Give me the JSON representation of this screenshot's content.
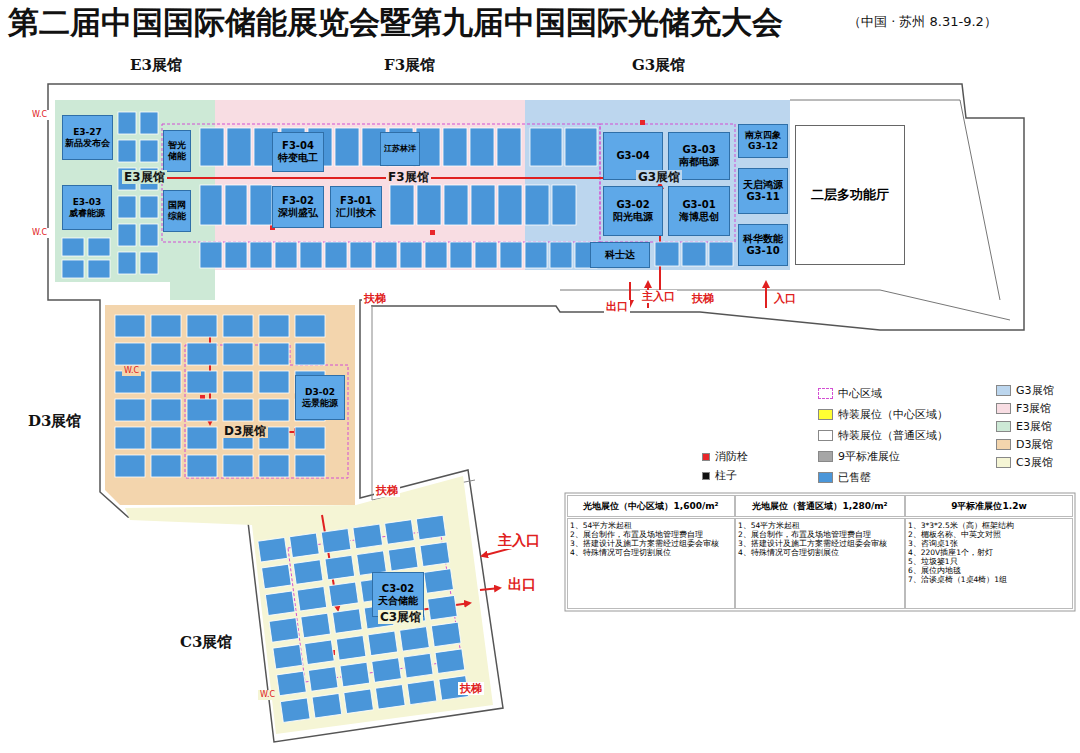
{
  "diagram": {
    "title": "第二届中国国际储能展览会暨第九届中国国际光储充大会",
    "nodes": [
      {
        "text": [
          "E3-27",
          "新品发布会"
        ]
      },
      {
        "text": [
          "E3-03",
          "威睿能源"
        ]
      },
      {
        "text": [
          "智光储能"
        ]
      },
      {
        "text": [
          "国网综能"
        ]
      },
      {
        "text": [
          "F3-04",
          "特变电工"
        ]
      },
      {
        "text": [
          "江苏林洋"
        ]
      },
      {
        "text": [
          "F3-02",
          "深圳盛弘"
        ]
      },
      {
        "text": [
          "F3-01",
          "汇川技术"
        ]
      },
      {
        "text": [
          "G3-04"
        ]
      },
      {
        "text": [
          "G3-03",
          "南都电源"
        ]
      },
      {
        "text": [
          "G3-02",
          "阳光电源"
        ]
      },
      {
        "text": [
          "G3-01",
          "海博思创"
        ]
      },
      {
        "text": [
          "南京四象",
          "G3-12"
        ]
      },
      {
        "text": [
          "天启鸿源",
          "G3-11"
        ]
      },
      {
        "text": [
          "科华数能",
          "G3-10"
        ]
      },
      {
        "text": [
          "科士达"
        ]
      },
      {
        "text": [
          "二层多功能厅"
        ]
      },
      {
        "text": [
          "D3-02",
          "远景能源"
        ]
      },
      {
        "text": [
          "C3-02",
          "天合储能"
        ]
      },
      {
        "text": [
          "光地展位（中心区域）1,600/m²"
        ]
      },
      {
        "text": [
          "光地展位（普通区域）1,280/m²"
        ]
      },
      {
        "text": [
          "9平标准展位1.2w"
        ]
      },
      {
        "text": [
          "1、54平方米起租",
          "2、展台制作，布置及场地管理费自理",
          "3、搭建设计及施工方案需经过组委会审核",
          "4、特殊情况可合理切割展位"
        ]
      },
      {
        "text": [
          "1、54平方米起租",
          "2、展台制作，布置及场地管理费自理",
          "3、搭建设计及施工方案需经过组委会审核",
          "4、特殊情况可合理切割展位"
        ]
      },
      {
        "text": [
          "1、3*3*2.5米（高）框架结构",
          "2、楣板名称、中英文对照",
          "3、咨询桌1张",
          "4、220V插座1个，射灯",
          "5、垃圾篓1只",
          "6、展位内地毯",
          "7、洽谈桌椅（1桌4椅）1组"
        ]
      }
    ],
    "labels": [
      "（中国 · 苏州 8.31-9.2）",
      "E3展馆",
      "F3展馆",
      "G3展馆",
      "D3展馆",
      "C3展馆",
      "E3展馆",
      "F3展馆",
      "G3展馆",
      "D3展馆",
      "C3展馆",
      "出口",
      "主入口",
      "扶梯",
      "入口",
      "扶梯",
      "扶梯",
      "主入口",
      "出口",
      "扶梯",
      "W.C",
      "W.C",
      "W.C",
      "W.C"
    ],
    "legend": [
      {
        "text": "中心区域"
      },
      {
        "text": "G3展馆",
        "color": "#bcd6ee"
      },
      {
        "text": "F3展馆",
        "color": "#f8dde3"
      },
      {
        "text": "E3展馆",
        "color": "#cde9d6"
      },
      {
        "text": "D3展馆",
        "color": "#f3d5ad"
      },
      {
        "text": "C3展馆",
        "color": "#f5f5d5"
      },
      {
        "text": "消防栓",
        "color": "#e8262a"
      },
      {
        "text": "特装展位（中心区域）",
        "color": "#ffff33"
      },
      {
        "text": "特装展位（普通区域）",
        "color": "#ffffff"
      },
      {
        "text": "柱子",
        "color": "#111111"
      },
      {
        "text": "9平标准展位",
        "color": "#a6a6a6"
      },
      {
        "text": "已售罄",
        "color": "#4a96d9"
      }
    ]
  }
}
